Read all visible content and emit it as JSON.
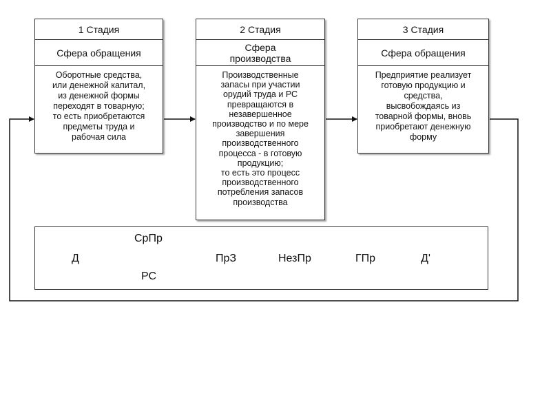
{
  "stages": [
    {
      "title": "1 Стадия",
      "sphere": "Сфера обращения",
      "description": "Оборотные средства,\nили денежной капитал,\nиз денежной формы\nпереходят в товарную;\nто есть приобретаются\nпредметы труда и\nрабочая сила"
    },
    {
      "title": "2 Стадия",
      "sphere": "Сфера\nпроизводства",
      "description": "Производственные\nзапасы при участии\nорудий труда и РС\nпревращаются в\nнезавершенное\nпроизводство и по мере\nзавершения\nпроизводственного\nпроцесса - в готовую\nпродукцию;\nто есть это процесс\nпроизводственного\nпотребления запасов\nпроизводства"
    },
    {
      "title": "3 Стадия",
      "sphere": "Сфера обращения",
      "description": "Предприятие реализует\nготовую продукцию и\nсредства,\nвысвобождаясь из\nтоварной формы, вновь\nприобретают денежную\nформу"
    }
  ],
  "formula": {
    "d": "Д",
    "srpr": "СрПр",
    "rs": "РС",
    "prz": "ПрЗ",
    "nezpr": "НезПр",
    "gpr": "ГПр",
    "d_prime": "Д'"
  }
}
